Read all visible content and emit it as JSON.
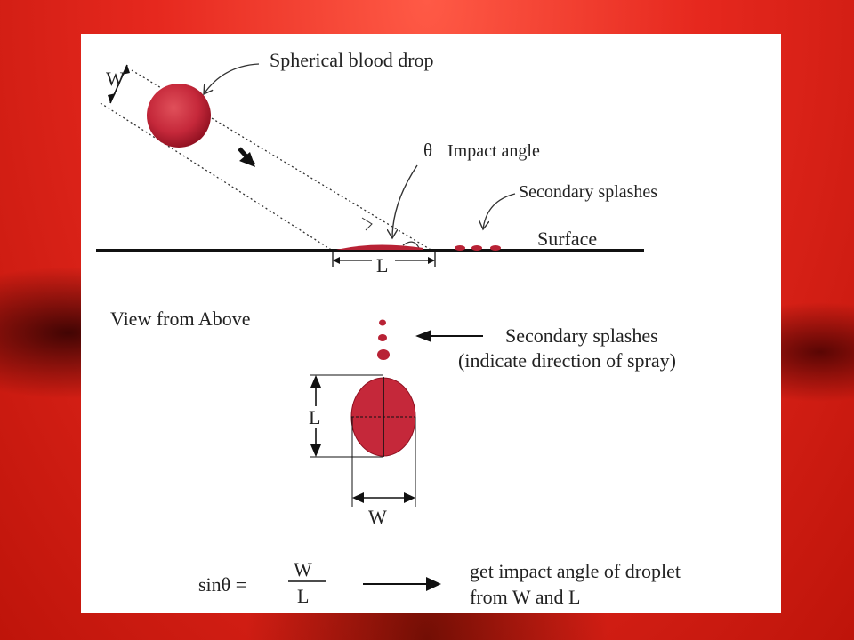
{
  "side_view": {
    "w_label": "W",
    "drop_label": "Spherical blood drop",
    "theta_symbol": "θ",
    "impact_angle_label": "Impact angle",
    "secondary_label": "Secondary splashes",
    "surface_label": "Surface",
    "l_label": "L"
  },
  "top_view": {
    "title": "View from Above",
    "secondary_line1": "Secondary splashes",
    "secondary_line2": "(indicate direction of spray)",
    "l_label": "L",
    "w_label": "W"
  },
  "formula": {
    "lhs": "sinθ =",
    "numerator": "W",
    "denominator": "L",
    "result_line1": "get impact angle of droplet",
    "result_line2": "from W and L"
  },
  "colors": {
    "blood": "#c5283a",
    "blood_dark": "#8e1020",
    "ink": "#111111"
  }
}
